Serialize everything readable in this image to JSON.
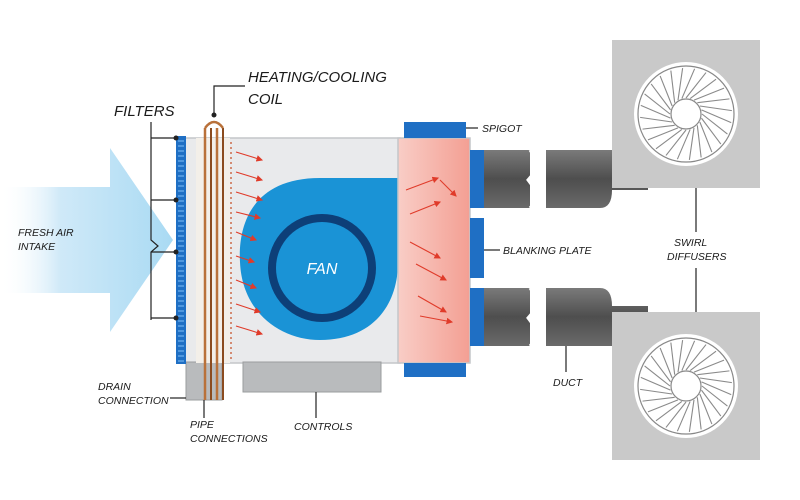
{
  "labels": {
    "filters": "FILTERS",
    "coil_line1": "HEATING/COOLING",
    "coil_line2": "COIL",
    "spigot": "SPIGOT",
    "fresh_air_line1": "FRESH AIR",
    "fresh_air_line2": "INTAKE",
    "fan": "FAN",
    "blanking_plate": "BLANKING PLATE",
    "swirl_line1": "SWIRL",
    "swirl_line2": "DIFFUSERS",
    "drain_line1": "DRAIN",
    "drain_line2": "CONNECTION",
    "pipe_line1": "PIPE",
    "pipe_line2": "CONNECTIONS",
    "controls": "CONTROLS",
    "duct": "DUCT"
  },
  "colors": {
    "fan_blue": "#1a93d6",
    "fan_ring": "#0d3f78",
    "casing": "#e9eaec",
    "plenum": "#f6b6ad",
    "duct": "#5c5c5c",
    "diffuser_box": "#c9c9c9",
    "air_arrow": "#bde3f7",
    "flow_arrow": "#e03b2a",
    "filter": "#1f6fc4",
    "coil_pipe": "#b9713a"
  }
}
